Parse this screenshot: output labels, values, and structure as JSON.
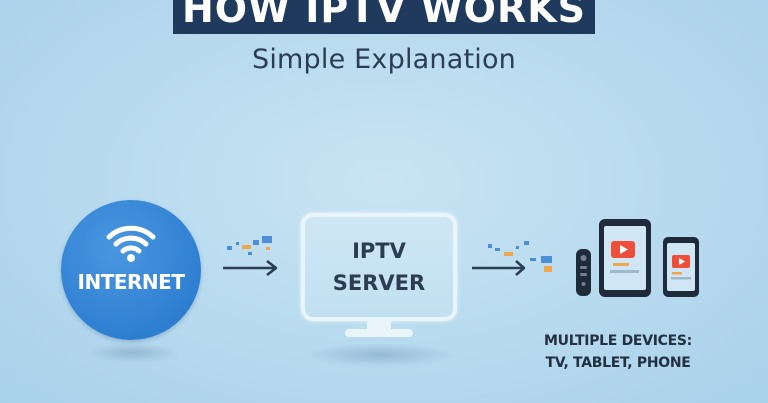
{
  "header": {
    "title": "HOW IPTV WORKS",
    "subtitle": "Simple Explanation"
  },
  "nodes": {
    "internet": {
      "label": "INTERNET",
      "icon": "wifi-icon"
    },
    "server": {
      "label_line1": "IPTV",
      "label_line2": "SERVER",
      "icon": "monitor-icon"
    },
    "devices": {
      "caption_line1": "MULTIPLE DEVICES:",
      "caption_line2": "TV, TABLET, PHONE",
      "icons": [
        "remote-icon",
        "tablet-icon",
        "phone-icon"
      ]
    }
  },
  "colors": {
    "background": "#b6d9ee",
    "title_banner": "#1f3a5c",
    "internet_circle": "#2f7fd2",
    "play_button": "#ef4e3a",
    "device_body": "#1f2b3a",
    "data_dots_blue": "#4a8fd8",
    "data_dots_orange": "#f0a64a"
  }
}
